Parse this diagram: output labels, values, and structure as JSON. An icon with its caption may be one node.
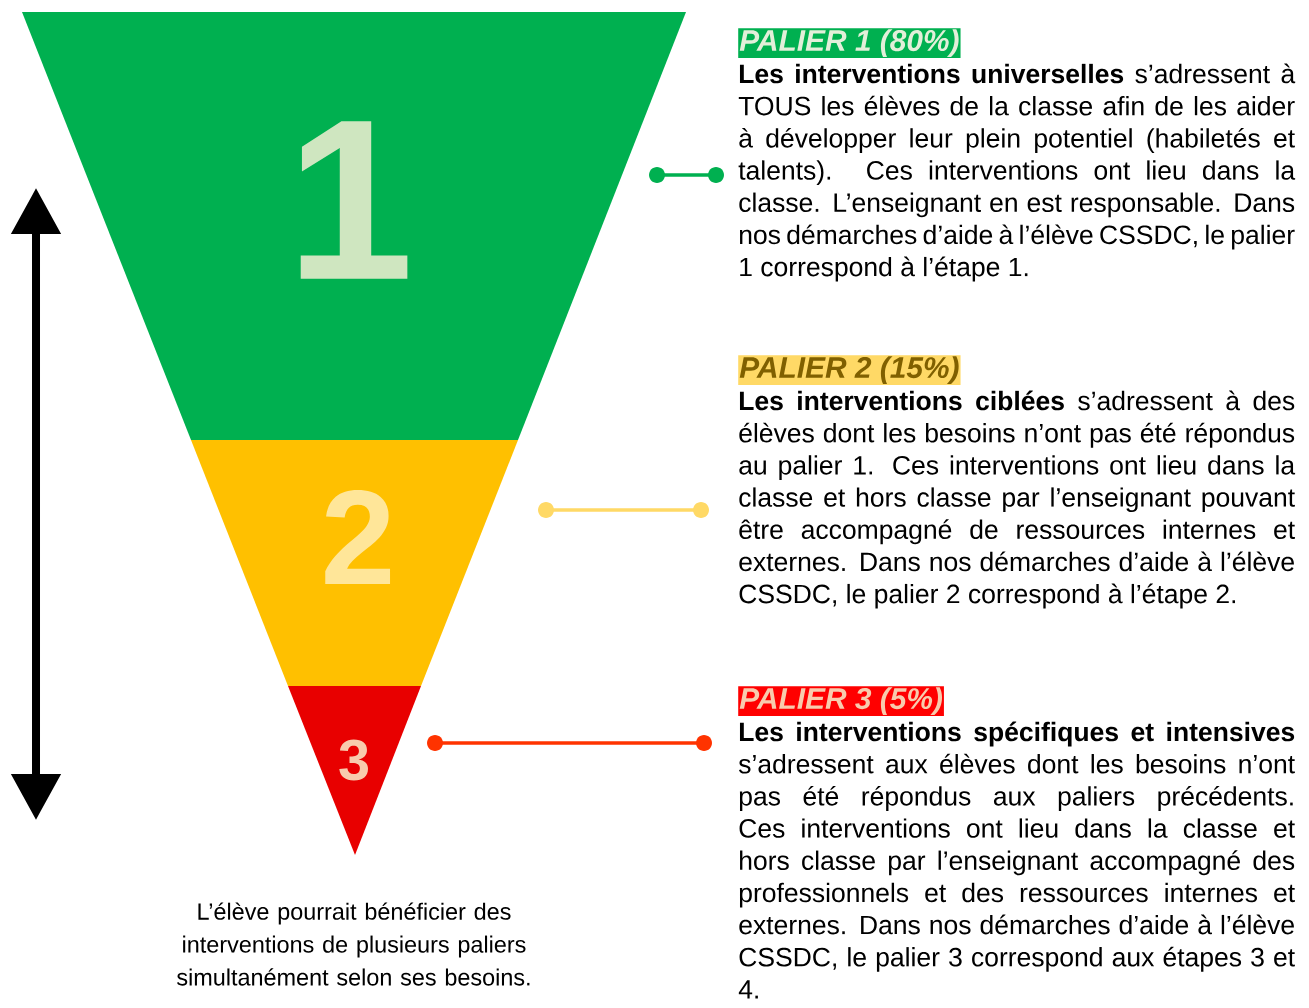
{
  "diagram": {
    "caption": "L’élève pourrait bénéficier des interventions de plusieurs paliers simultanément selon ses besoins.",
    "nodes": [
      {
        "text": [
          "1"
        ]
      },
      {
        "text": [
          "2"
        ]
      },
      {
        "text": [
          "3"
        ]
      },
      {
        "text": [
          "PALIER 1 (80%)",
          "**Les interventions universelles** s’adressent à TOUS les élèves de la classe afin de les aider à développer leur plein potentiel (habiletés et talents). Ces interventions ont lieu dans la classe. L’enseignant en est responsable. Dans nos démarches d’aide à l’élève CSSDC, le palier 1 correspond à l’étape 1."
        ]
      },
      {
        "text": [
          "PALIER 2 (15%)",
          "**Les interventions ciblées** s’adressent à des élèves dont les besoins n’ont pas été répondus au palier 1. Ces interventions ont lieu dans la classe et hors classe par l’enseignant pouvant être accompagné de ressources internes et externes. Dans nos démarches d’aide à l’élève CSSDC, le palier 2 correspond à l’étape 2."
        ]
      },
      {
        "text": [
          "PALIER 3 (5%)",
          "**Les interventions spécifiques et intensives** s’adressent aux élèves dont les besoins n’ont pas été répondus aux paliers précédents. Ces interventions ont lieu dans la classe et hors classe par l’enseignant accompagné des professionnels et des ressources internes et externes. Dans nos démarches d’aide à l’élève CSSDC, le palier 3 correspond aux étapes 3 et 4."
        ]
      }
    ],
    "edges": [
      {
        "from": 0,
        "to": 3,
        "arrow": "other",
        "color": "#00b050"
      },
      {
        "from": 1,
        "to": 4,
        "arrow": "other",
        "color": "#ffd966"
      },
      {
        "from": 2,
        "to": 5,
        "arrow": "other",
        "color": "#ff3300"
      }
    ]
  }
}
